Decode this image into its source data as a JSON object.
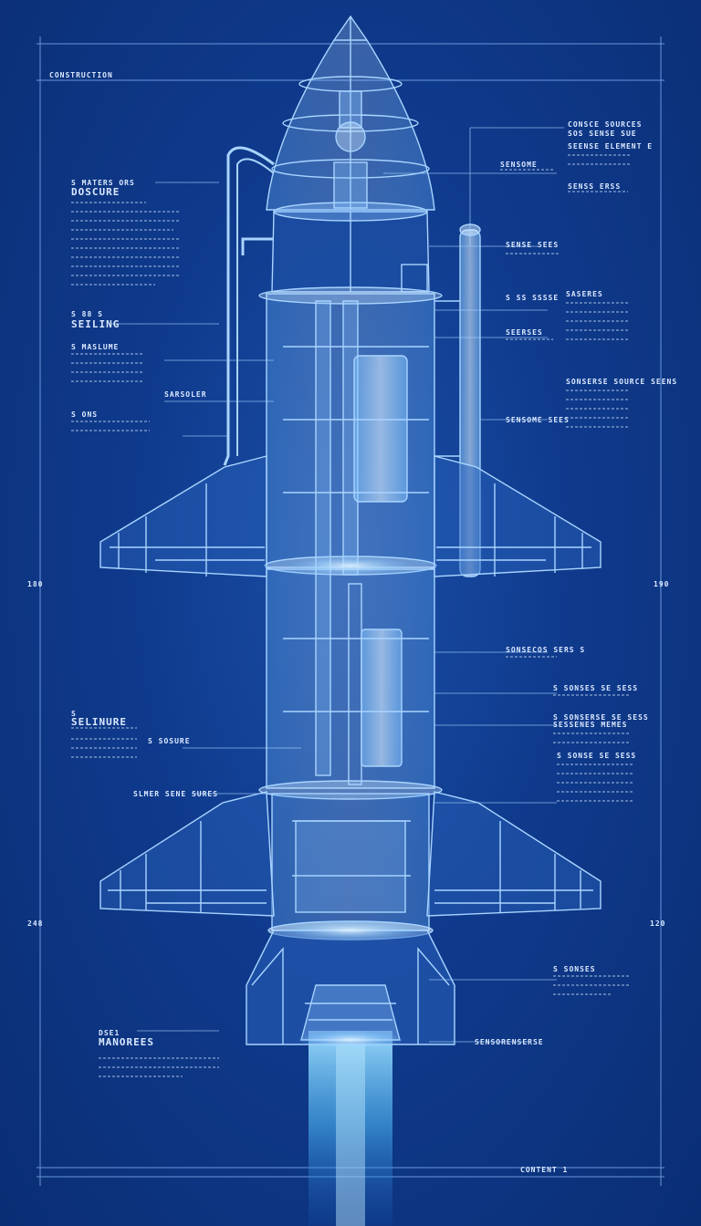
{
  "sheet": {
    "title_block": "CONSTRUCTION",
    "sheet_number": "CONTENT 1",
    "left_margin_top": "180",
    "left_margin_bottom": "248",
    "right_margin_top": "190",
    "right_margin_bottom": "120"
  },
  "labels_left": [
    {
      "id": "l1",
      "text": "S MATERS ORS"
    },
    {
      "id": "l2",
      "text": "DOSCURE"
    },
    {
      "id": "l3",
      "text": "S 88 S"
    },
    {
      "id": "l4",
      "text": "SEILING"
    },
    {
      "id": "l5",
      "text": "S MASLUME"
    },
    {
      "id": "l6",
      "text": "SARSOLER"
    },
    {
      "id": "l7",
      "text": "S ONS"
    },
    {
      "id": "l8",
      "text": "S"
    },
    {
      "id": "l9",
      "text": "SELINURE"
    },
    {
      "id": "l10",
      "text": "S SOSURE"
    },
    {
      "id": "l11",
      "text": "SLMER SENE SURES"
    },
    {
      "id": "l12",
      "text": "DSE1"
    },
    {
      "id": "l13",
      "text": "MANOREES"
    }
  ],
  "labels_right": [
    {
      "id": "r1",
      "text": "CONSCE SOURCES"
    },
    {
      "id": "r2",
      "text": "SOS SENSE SUE"
    },
    {
      "id": "r3",
      "text": "SEENSE ELEMENT E"
    },
    {
      "id": "r4",
      "text": "SENSOME"
    },
    {
      "id": "r5",
      "text": "SENSS ERSS"
    },
    {
      "id": "r6",
      "text": "SENSE SEES"
    },
    {
      "id": "r7",
      "text": "S SS SSSSE"
    },
    {
      "id": "r8",
      "text": "SASERES"
    },
    {
      "id": "r9",
      "text": "SEERSES"
    },
    {
      "id": "r10",
      "text": "SONSERSE SOURCE SEENS"
    },
    {
      "id": "r11",
      "text": "SENSOME SEES"
    },
    {
      "id": "r12",
      "text": "SONSECOS SERS S"
    },
    {
      "id": "r13",
      "text": "S SONSES SE SESS"
    },
    {
      "id": "r14",
      "text": "S SONSERSE SE SESS"
    },
    {
      "id": "r15",
      "text": "SESSENES MEMES"
    },
    {
      "id": "r16",
      "text": "S SONSE SE SESS"
    },
    {
      "id": "r17",
      "text": "S SONSES"
    },
    {
      "id": "r18",
      "text": "SENSORENSERSE"
    }
  ],
  "colors": {
    "background": "#0f3a8c",
    "line": "#a9d4ff",
    "glow": "#cfe8ff",
    "text": "#dbe9ff",
    "exhaust": "#6fc4ff"
  }
}
